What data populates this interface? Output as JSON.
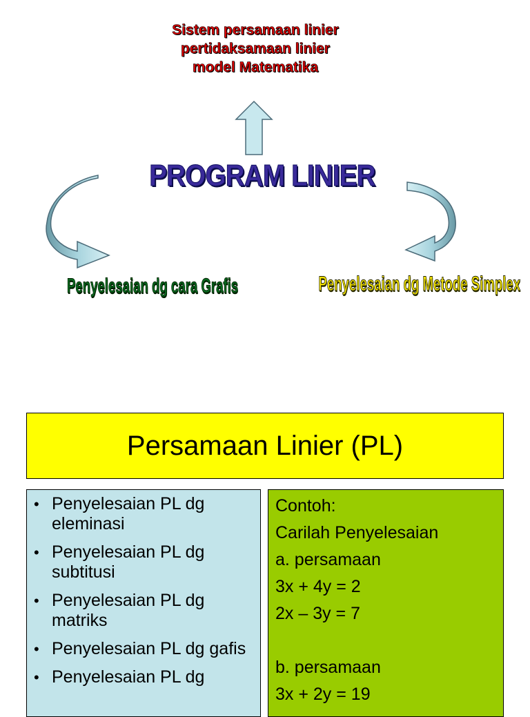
{
  "slide1": {
    "top_title_lines": [
      "Sistem persamaan linier",
      "pertidaksamaan linier",
      "model Matematika"
    ],
    "main_title": "PROGRAM LINIER",
    "left_label": "Penyelesaian dg cara Grafis",
    "right_label": "Penyelesaian dg Metode Simplex"
  },
  "slide2": {
    "header": "Persamaan Linier (PL)",
    "bullets": [
      "Penyelesaian PL dg eleminasi",
      "Penyelesaian PL dg subtitusi",
      "Penyelesaian PL dg matriks",
      "Penyelesaian PL dg gafis",
      "Penyelesaian PL dg"
    ],
    "bullet_glyph": "•",
    "example_lines": [
      "Contoh:",
      "Carilah Penyelesaian",
      "a. persamaan",
      "3x + 4y = 2",
      "2x – 3y = 7",
      "",
      "b. persamaan",
      "3x + 2y = 19"
    ]
  },
  "colors": {
    "top_title": "#e00000",
    "main_title": "#3a2a9a",
    "left_label": "#0a6a20",
    "right_label": "#f0e000",
    "arrow_fill": "#c8e8ee",
    "header_bg": "#ffff00",
    "left_panel_bg": "#c2e4ea",
    "right_panel_bg": "#99cc00"
  }
}
